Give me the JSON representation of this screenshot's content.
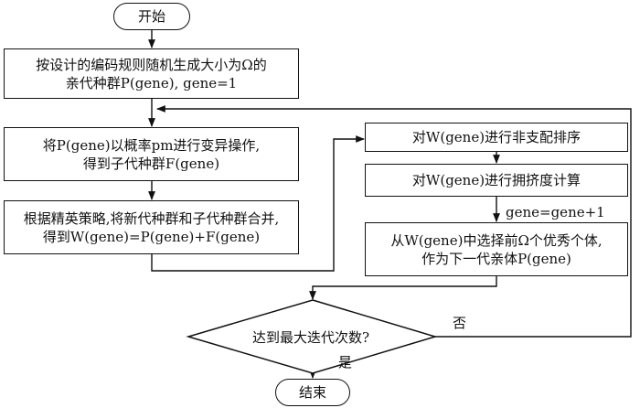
{
  "flowchart": {
    "start": "开始",
    "init": {
      "line1": "按设计的编码规则随机生成大小为Ω的",
      "line2": "亲代种群P(gene), gene=1"
    },
    "mutate": {
      "line1": "将P(gene)以概率pm进行变异操作,",
      "line2": "得到子代种群F(gene)"
    },
    "merge": {
      "line1": "根据精英策略,将新代种群和子代种群合并,",
      "line2": "得到W(gene)=P(gene)+F(gene)"
    },
    "sort": "对W(gene)进行非支配排序",
    "crowd": "对W(gene)进行拥挤度计算",
    "increment": "gene=gene+1",
    "select": {
      "line1": "从W(gene)中选择前Ω个优秀个体,",
      "line2": "作为下一代亲体P(gene)"
    },
    "decision": "达到最大迭代次数?",
    "no_label": "否",
    "yes_label": "是",
    "end": "结束"
  }
}
